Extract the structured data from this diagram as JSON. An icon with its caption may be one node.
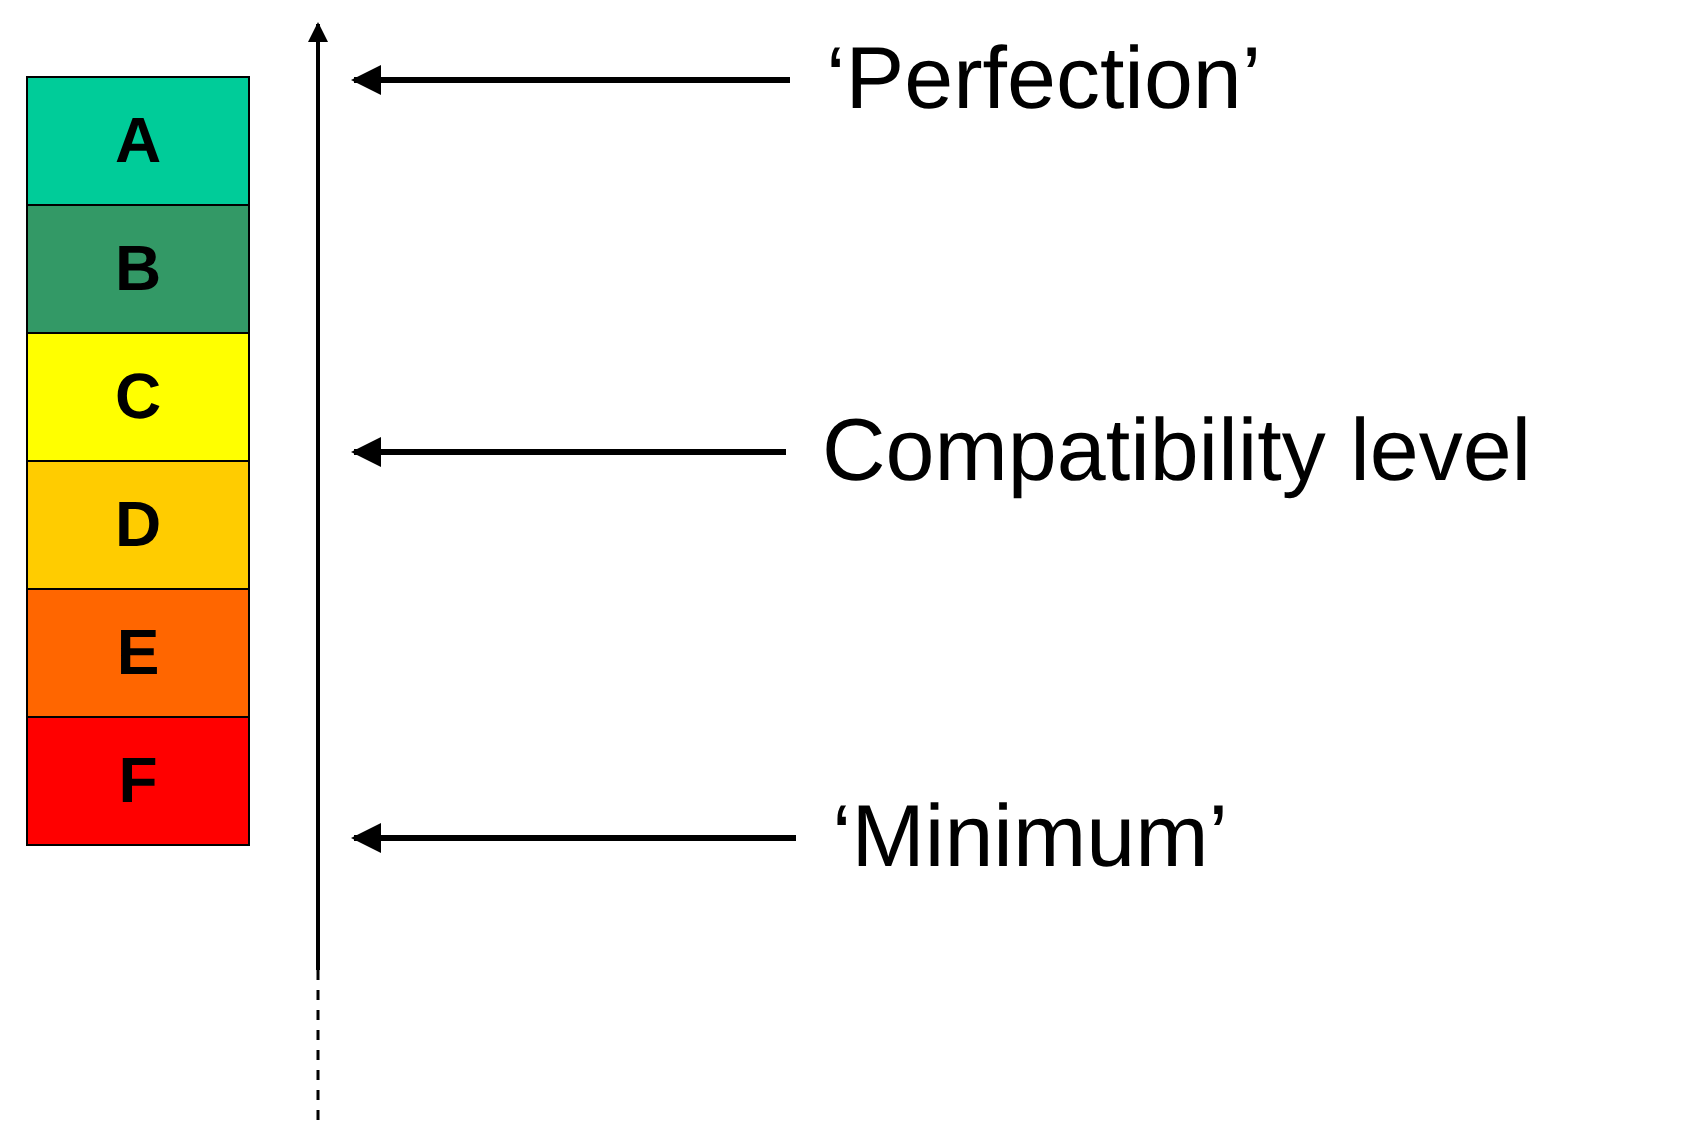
{
  "diagram": {
    "nodes": [
      {
        "text": [
          "A"
        ]
      },
      {
        "text": [
          "B"
        ]
      },
      {
        "text": [
          "C"
        ]
      },
      {
        "text": [
          "D"
        ]
      },
      {
        "text": [
          "E"
        ]
      },
      {
        "text": [
          "F"
        ]
      },
      {
        "text": [
          "‘Perfection’"
        ]
      },
      {
        "text": [
          "Compatibility level"
        ]
      },
      {
        "text": [
          "‘Minimum’"
        ]
      }
    ],
    "edges": [
      {
        "from": 6,
        "to": null,
        "arrow": "to"
      },
      {
        "from": 7,
        "to": null,
        "arrow": "to"
      },
      {
        "from": 8,
        "to": null,
        "arrow": "to"
      }
    ]
  }
}
